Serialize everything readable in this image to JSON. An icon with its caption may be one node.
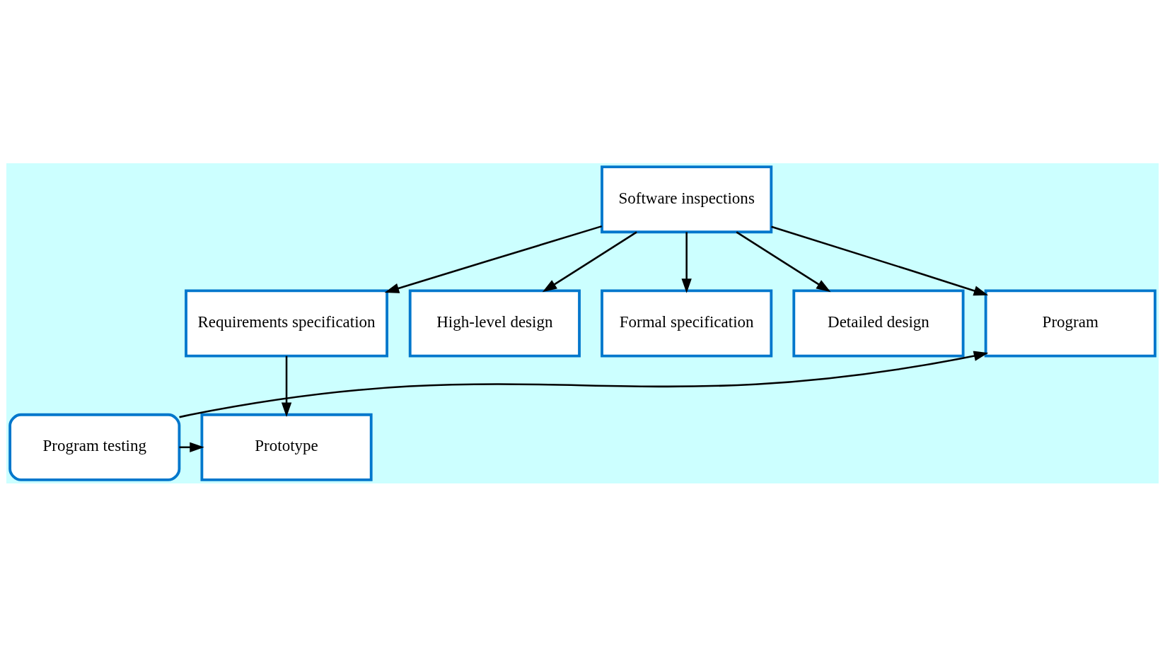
{
  "diagram": {
    "nodes": [
      {
        "text": [
          "Software inspections"
        ]
      },
      {
        "text": [
          "Requirements specification"
        ]
      },
      {
        "text": [
          "High-level design"
        ]
      },
      {
        "text": [
          "Formal specification"
        ]
      },
      {
        "text": [
          "Detailed design"
        ]
      },
      {
        "text": [
          "Program"
        ]
      },
      {
        "text": [
          "Prototype"
        ]
      },
      {
        "text": [
          "Program testing"
        ]
      }
    ],
    "edges": [
      {
        "from": 0,
        "to": 1,
        "arrow": "to"
      },
      {
        "from": 0,
        "to": 2,
        "arrow": "to"
      },
      {
        "from": 0,
        "to": 3,
        "arrow": "to"
      },
      {
        "from": 0,
        "to": 4,
        "arrow": "to"
      },
      {
        "from": 0,
        "to": 5,
        "arrow": "to"
      },
      {
        "from": 1,
        "to": 6,
        "arrow": "to"
      },
      {
        "from": 7,
        "to": 5,
        "arrow": "to"
      },
      {
        "from": 7,
        "to": 6,
        "arrow": "to"
      }
    ]
  }
}
